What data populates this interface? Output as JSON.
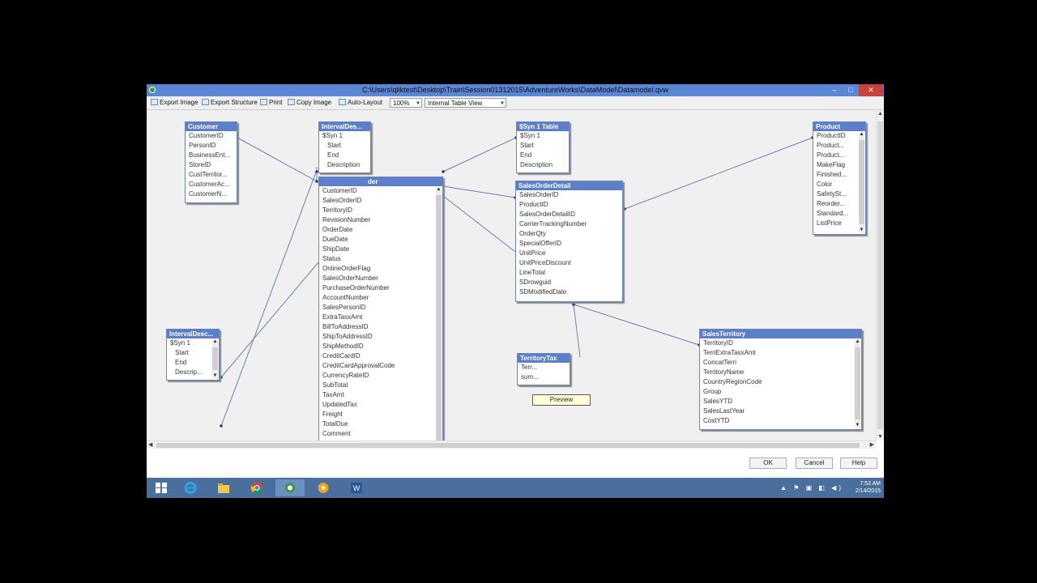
{
  "window": {
    "title": "C:\\Users\\qliktest\\Desktop\\Train\\Session01312015\\AdventureWorks\\DataModel\\Datamodel.qvw",
    "minimize": "–",
    "maximize": "□",
    "close": "✕"
  },
  "toolbar": {
    "export_image": "Export Image",
    "export_structure": "Export Structure",
    "print": "Print",
    "copy_image": "Copy Image",
    "auto_layout": "Auto-Layout",
    "zoom": "100%",
    "view": "Internal Table View"
  },
  "tables": {
    "customer": {
      "name": "Customer",
      "fields": [
        "CustomerID",
        "PersonID",
        "BusinessEnt...",
        "StoreID",
        "CustTerritor...",
        "CustomerAc...",
        "CustomerN..."
      ]
    },
    "interval1": {
      "name": "IntervalDes...",
      "fields": [
        "$Syn 1",
        "Start",
        "End",
        "Description"
      ]
    },
    "salesorder": {
      "name_fragment": "der",
      "fields": [
        "CustomerID",
        "SalesOrderID",
        "TerritoryID",
        "RevisionNumber",
        "OrderDate",
        "DueDate",
        "ShipDate",
        "Status",
        "OnlineOrderFlag",
        "SalesOrderNumber",
        "PurchaseOrderNumber",
        "AccountNumber",
        "SalesPersonID",
        "ExtraTasxAmt",
        "BillToAddressID",
        "ShipToAddressID",
        "ShipMethodID",
        "CreditCardID",
        "CreditCardApprovalCode",
        "CurrencyRateID",
        "SubTotal",
        "TaxAmt",
        "UpdatedTax",
        "Freight",
        "TotalDue",
        "Comment"
      ]
    },
    "syn1": {
      "name": "$Syn 1 Table",
      "fields": [
        "$Syn 1",
        "Start",
        "End",
        "Description"
      ]
    },
    "salesorderdetail": {
      "name": "SalesOrderDetail",
      "fields": [
        "SalesOrderID",
        "ProductID",
        "SalesOrderDetailID",
        "CarrierTrackingNumber",
        "OrderQty",
        "SpecialOfferID",
        "UnitPrice",
        "UnitPriceDiscount",
        "LineTotal",
        "SDrowguid",
        "SDModifiedDate"
      ]
    },
    "product": {
      "name": "Product",
      "fields": [
        "ProductID",
        "Product...",
        "Product...",
        "MakeFlag",
        "Finished...",
        "Color",
        "SafetySt...",
        "Reorder...",
        "Standard...",
        "ListPrice"
      ]
    },
    "interval2": {
      "name": "IntervalDesc...",
      "fields": [
        "$Syn 1",
        "Start",
        "End",
        "Descrip..."
      ]
    },
    "territorytax": {
      "name": "TerritoryTax",
      "fields": [
        "Terr...",
        "sum..."
      ]
    },
    "salesterritory": {
      "name": "SalesTerritory",
      "fields": [
        "TerritoryID",
        "TerriExtraTasxAmt",
        "ConcatTerri",
        "TerritoryName",
        "CountryRegionCode",
        "Group",
        "SalesYTD",
        "SalesLastYear",
        "CostYTD"
      ]
    }
  },
  "tooltip": "Preview",
  "buttons": {
    "ok": "OK",
    "cancel": "Cancel",
    "help": "Help"
  },
  "taskbar": {
    "time": "7:53 AM",
    "date": "2/14/2015"
  }
}
